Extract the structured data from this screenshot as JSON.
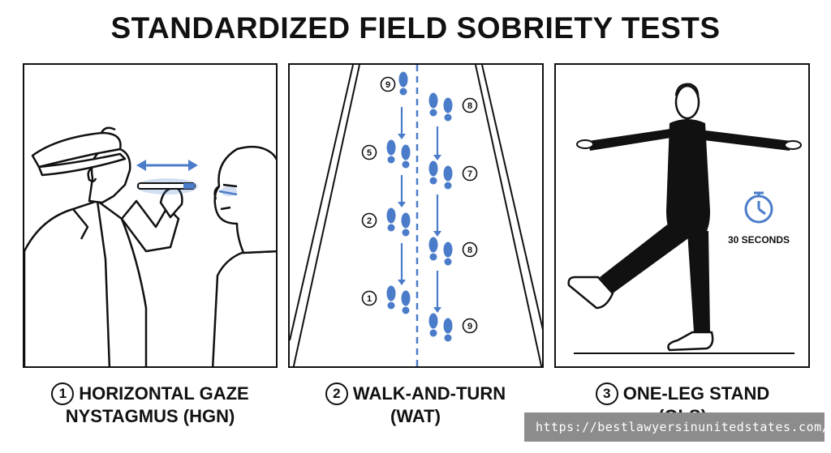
{
  "title": "STANDARDIZED FIELD SOBRIETY TESTS",
  "tests": [
    {
      "number": "1",
      "line1": "HORIZONTAL GAZE",
      "line2": "NYSTAGMUS (HGN)"
    },
    {
      "number": "2",
      "line1": "WALK-AND-TURN",
      "line2": "(WAT)"
    },
    {
      "number": "3",
      "line1": "ONE-LEG STAND",
      "line2": "(OLS)"
    }
  ],
  "walk_steps": {
    "left_column": [
      "9",
      "5",
      "2",
      "1"
    ],
    "right_column": [
      "8",
      "7",
      "8",
      "9"
    ]
  },
  "timer_label": "30 SECONDS",
  "watermark": "https://bestlawyersinunitedstates.com/",
  "colors": {
    "accent": "#4a7cc9",
    "ink": "#111111",
    "watermark_bg": "#8c8c8c"
  },
  "icons": [
    "officer-figure",
    "subject-head",
    "penlight-icon",
    "double-arrow-icon",
    "footprint-icon",
    "down-arrow-icon",
    "stopwatch-icon",
    "standing-figure"
  ]
}
